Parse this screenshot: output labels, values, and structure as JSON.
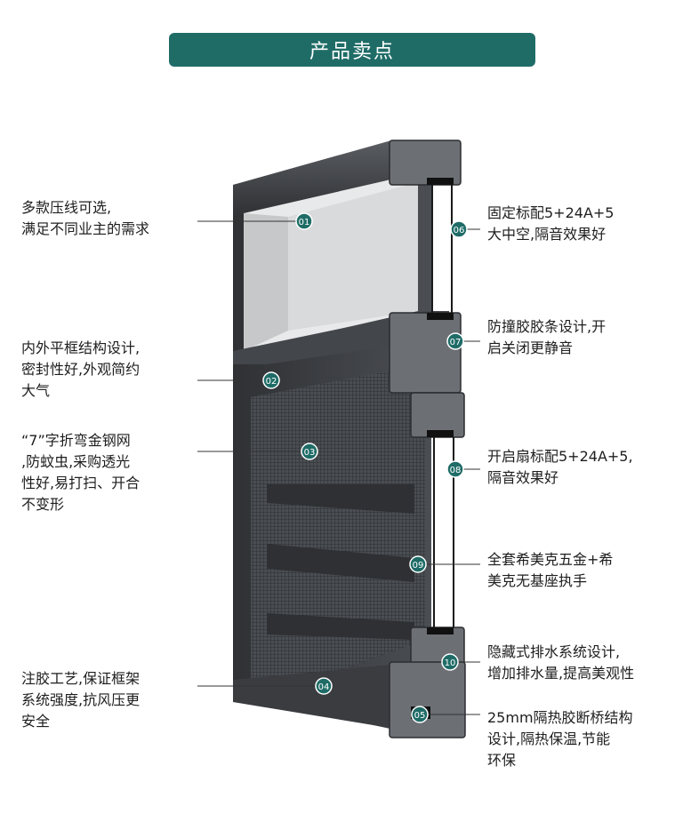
{
  "header": {
    "title": "产品卖点"
  },
  "features_left": [
    {
      "num": "01",
      "text": "多款压线可选,\n满足不同业主的需求"
    },
    {
      "num": "02",
      "text": "内外平框结构设计,\n密封性好,外观简约\n大气"
    },
    {
      "num": "03",
      "text": "“7”字折弯金钢网\n,防蚊虫,采购透光\n性好,易打扫、开合\n不变形"
    },
    {
      "num": "04",
      "text": "注胶工艺,保证框架\n系统强度,抗风压更\n安全"
    }
  ],
  "features_right": [
    {
      "num": "06",
      "text": "固定标配5+24A+5\n大中空,隔音效果好"
    },
    {
      "num": "07",
      "text": "防撞胶胶条设计,开\n启关闭更静音"
    },
    {
      "num": "08",
      "text": "开启扇标配5+24A+5,\n隔音效果好"
    },
    {
      "num": "09",
      "text": "全套希美克五金+希\n美克无基座执手"
    },
    {
      "num": "10",
      "text": "隐藏式排水系统设计,\n增加排水量,提高美观性"
    },
    {
      "num": "05",
      "text": "25mm隔热胶断桥结构\n设计,隔热保温,节能\n环保"
    }
  ],
  "colors": {
    "accent": "#1f6c67",
    "frame": "#3d3f43",
    "frame_light": "#6c6f74",
    "gasket": "#111111"
  }
}
